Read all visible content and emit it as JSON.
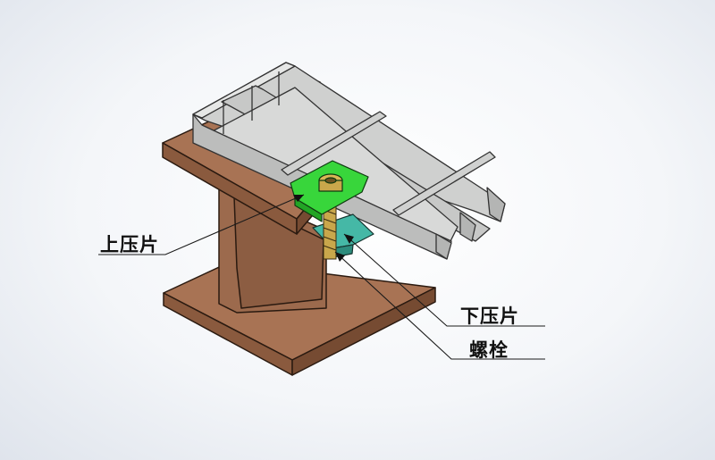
{
  "labels": {
    "upper_clamp": "上压片",
    "lower_clamp": "下压片",
    "bolt": "螺栓"
  },
  "colors": {
    "beam": "#a57152",
    "grating": "#d2d3d2",
    "upper_clamp": "#37d43a",
    "lower_clamp": "#3fb6a4",
    "bolt": "#c9a74b"
  }
}
